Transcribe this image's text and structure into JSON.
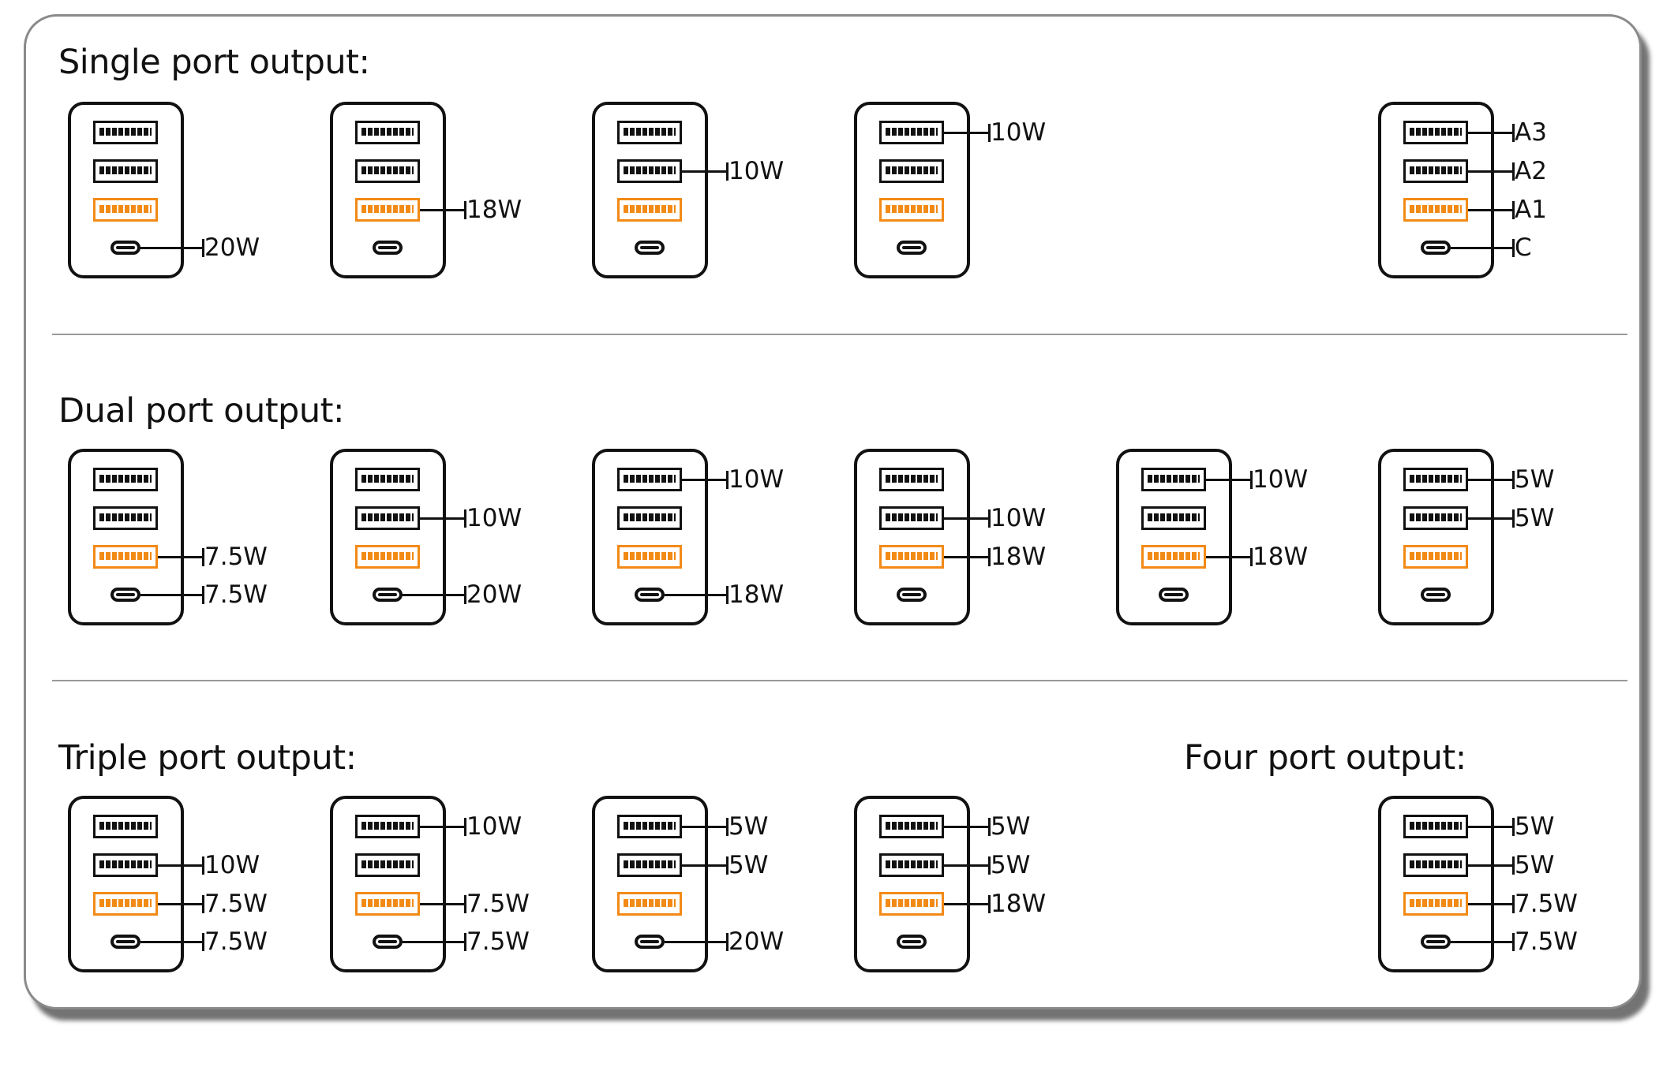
{
  "sections": {
    "single": {
      "title": "Single port output:"
    },
    "dual": {
      "title": "Dual port output:"
    },
    "triple": {
      "title": "Triple port output:"
    },
    "four": {
      "title": "Four port output:"
    }
  },
  "port_colors": {
    "usb_a": "#111111",
    "usb_a1_highlight": "#f28a16",
    "usb_c": "#111111"
  },
  "icons": {
    "usb_a": "usb-a-port-icon",
    "usb_c": "usb-c-port-icon",
    "charger": "charger-icon"
  },
  "chargers": [
    {
      "id": "single-1",
      "section": "single",
      "labels": {
        "A3": "",
        "A2": "",
        "A1": "",
        "C": "20W"
      }
    },
    {
      "id": "single-2",
      "section": "single",
      "labels": {
        "A3": "",
        "A2": "",
        "A1": "18W",
        "C": ""
      }
    },
    {
      "id": "single-3",
      "section": "single",
      "labels": {
        "A3": "",
        "A2": "10W",
        "A1": "",
        "C": ""
      }
    },
    {
      "id": "single-4",
      "section": "single",
      "labels": {
        "A3": "10W",
        "A2": "",
        "A1": "",
        "C": ""
      }
    },
    {
      "id": "single-legend",
      "section": "single",
      "labels": {
        "A3": "A3",
        "A2": "A2",
        "A1": "A1",
        "C": "C"
      }
    },
    {
      "id": "dual-1",
      "section": "dual",
      "labels": {
        "A3": "",
        "A2": "",
        "A1": "7.5W",
        "C": "7.5W"
      }
    },
    {
      "id": "dual-2",
      "section": "dual",
      "labels": {
        "A3": "",
        "A2": "10W",
        "A1": "",
        "C": "20W"
      }
    },
    {
      "id": "dual-3",
      "section": "dual",
      "labels": {
        "A3": "10W",
        "A2": "",
        "A1": "",
        "C": "18W"
      }
    },
    {
      "id": "dual-4",
      "section": "dual",
      "labels": {
        "A3": "",
        "A2": "10W",
        "A1": "18W",
        "C": ""
      }
    },
    {
      "id": "dual-5",
      "section": "dual",
      "labels": {
        "A3": "10W",
        "A2": "",
        "A1": "18W",
        "C": ""
      }
    },
    {
      "id": "dual-6",
      "section": "dual",
      "labels": {
        "A3": "5W",
        "A2": "5W",
        "A1": "",
        "C": ""
      }
    },
    {
      "id": "triple-1",
      "section": "triple",
      "labels": {
        "A3": "",
        "A2": "10W",
        "A1": "7.5W",
        "C": "7.5W"
      }
    },
    {
      "id": "triple-2",
      "section": "triple",
      "labels": {
        "A3": "10W",
        "A2": "",
        "A1": "7.5W",
        "C": "7.5W"
      }
    },
    {
      "id": "triple-3",
      "section": "triple",
      "labels": {
        "A3": "5W",
        "A2": "5W",
        "A1": "",
        "C": "20W"
      }
    },
    {
      "id": "triple-4",
      "section": "triple",
      "labels": {
        "A3": "5W",
        "A2": "5W",
        "A1": "18W",
        "C": ""
      }
    },
    {
      "id": "four-1",
      "section": "four",
      "labels": {
        "A3": "5W",
        "A2": "5W",
        "A1": "7.5W",
        "C": "7.5W"
      }
    }
  ]
}
